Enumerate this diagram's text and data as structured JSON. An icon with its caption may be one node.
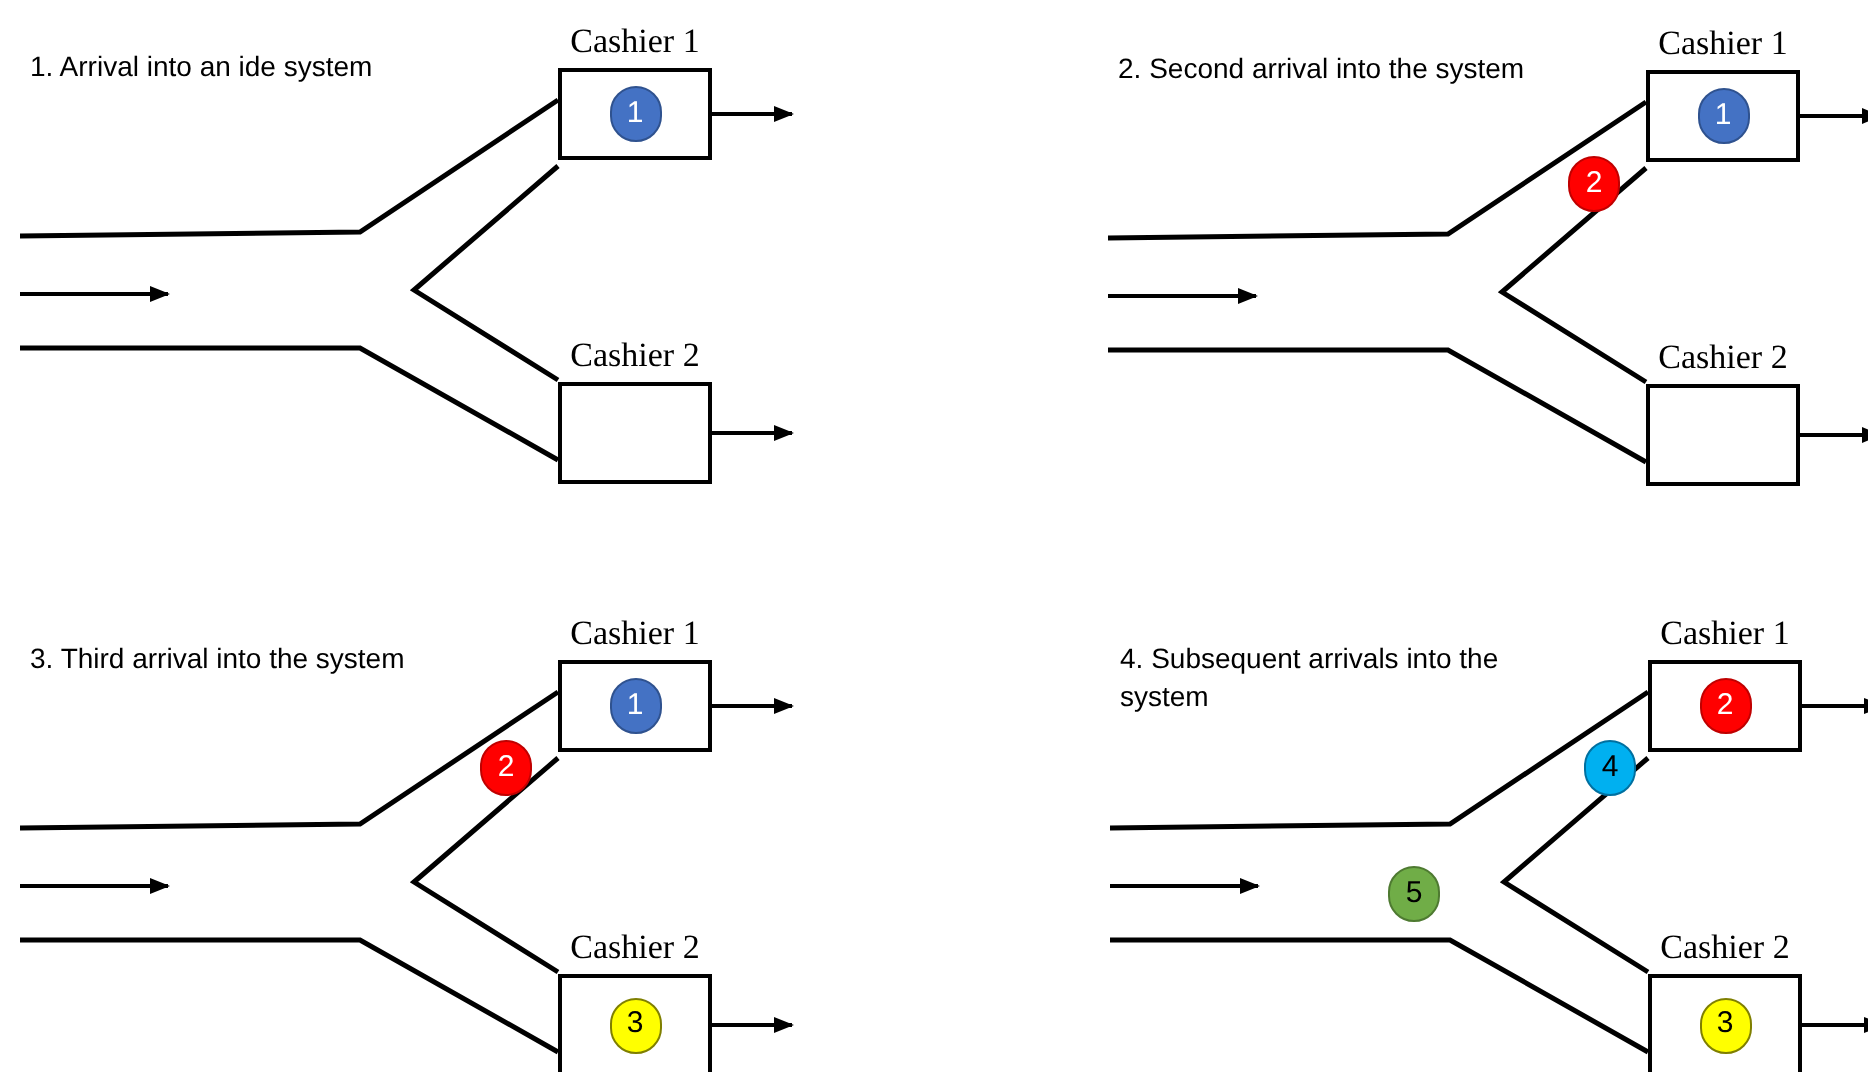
{
  "diagram": {
    "nodes": [
      {
        "text": [],
        "shape": "box",
        "beside": [
          "Cashier 1"
        ]
      },
      {
        "text": [
          "1"
        ],
        "in": 0
      },
      {
        "text": [],
        "shape": "box",
        "beside": [
          "Cashier 2"
        ]
      },
      {
        "text": [],
        "shape": "box",
        "beside": [
          "Cashier 1"
        ]
      },
      {
        "text": [
          "1"
        ],
        "in": 3
      },
      {
        "text": [
          "2"
        ]
      },
      {
        "text": [],
        "shape": "box",
        "beside": [
          "Cashier 2"
        ]
      },
      {
        "text": [],
        "shape": "box",
        "beside": [
          "Cashier 1"
        ]
      },
      {
        "text": [
          "1"
        ],
        "in": 7
      },
      {
        "text": [
          "2"
        ]
      },
      {
        "text": [],
        "shape": "box",
        "beside": [
          "Cashier 2"
        ]
      },
      {
        "text": [
          "3"
        ],
        "in": 10
      },
      {
        "text": [],
        "shape": "box",
        "beside": [
          "Cashier 1"
        ]
      },
      {
        "text": [
          "2"
        ],
        "in": 12
      },
      {
        "text": [
          "4"
        ]
      },
      {
        "text": [
          "5"
        ]
      },
      {
        "text": [],
        "shape": "box",
        "beside": [
          "Cashier 2"
        ]
      },
      {
        "text": [
          "3"
        ],
        "in": 16
      }
    ],
    "edges": [
      {
        "from": 0,
        "to": null,
        "arrow": "to"
      },
      {
        "from": 2,
        "to": null,
        "arrow": "to"
      },
      {
        "from": 3,
        "to": null,
        "arrow": "to"
      },
      {
        "from": 6,
        "to": null,
        "arrow": "to"
      },
      {
        "from": 7,
        "to": null,
        "arrow": "to"
      },
      {
        "from": 10,
        "to": null,
        "arrow": "to"
      },
      {
        "from": 12,
        "to": null,
        "arrow": "to"
      },
      {
        "from": 16,
        "to": null,
        "arrow": "to"
      }
    ],
    "labels": [
      "1. Arrival into an ide system",
      "2. Second arrival into the system",
      "3. Third arrival into the system",
      "4. Subsequent arrivals into the system"
    ]
  }
}
